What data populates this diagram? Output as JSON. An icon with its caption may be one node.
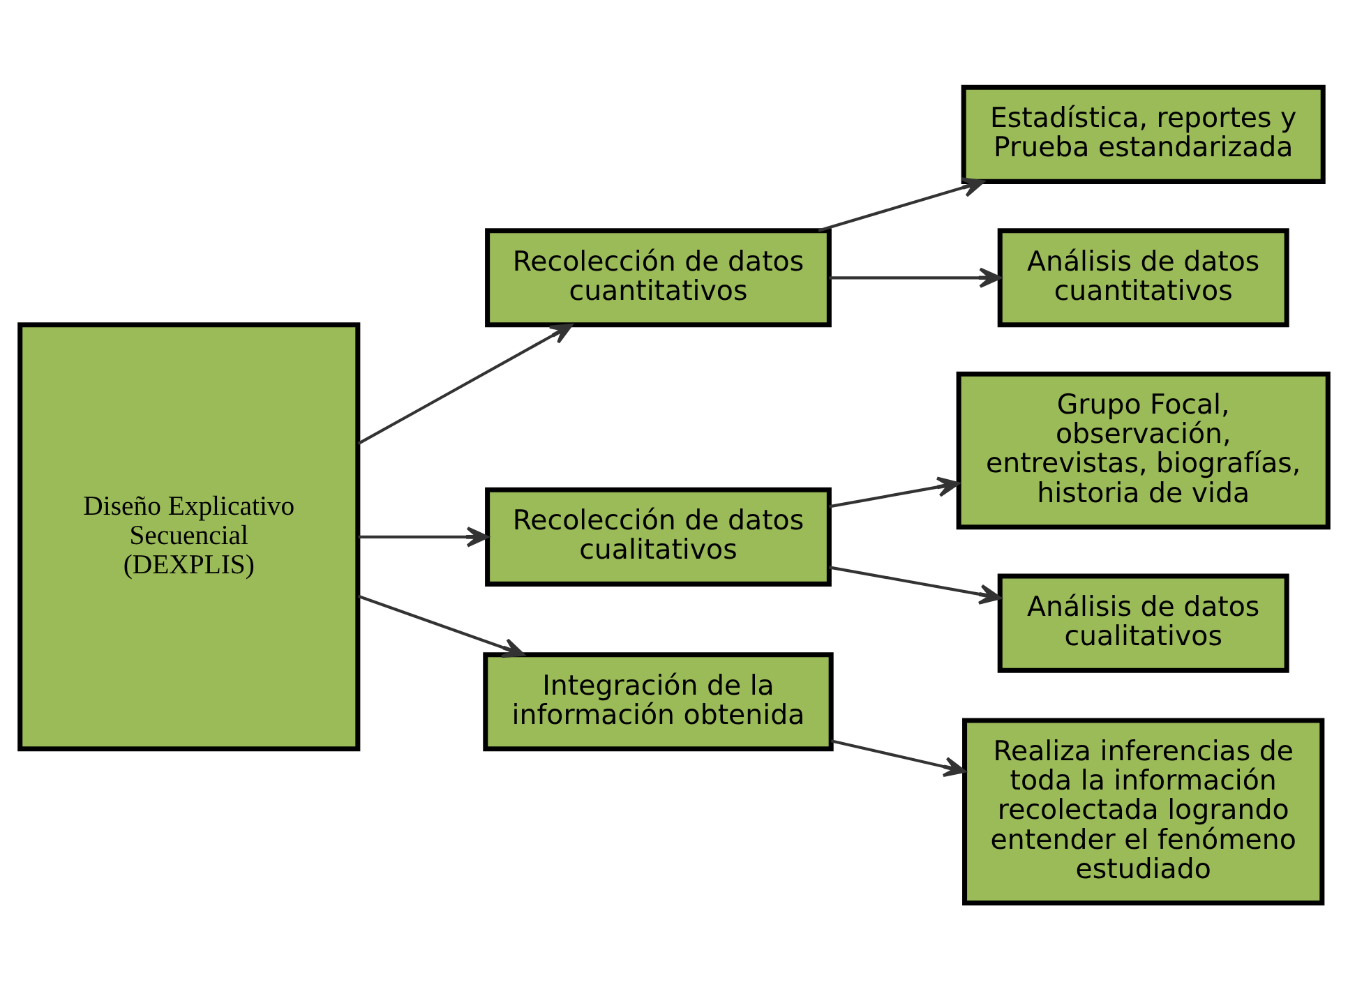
{
  "diagram": {
    "nodes": [
      {
        "text": [
          "Diseño Explicativo Secuencial",
          "(DEXPLIS)"
        ]
      },
      {
        "text": [
          "Recolección de datos cuantitativos"
        ]
      },
      {
        "text": [
          "Recolección de datos cualitativos"
        ]
      },
      {
        "text": [
          "Integración de la información obtenida"
        ]
      },
      {
        "text": [
          "Estadística, reportes y Prueba estandarizada"
        ]
      },
      {
        "text": [
          "Análisis de datos cuantitativos"
        ]
      },
      {
        "text": [
          "Grupo Focal, observación, entrevistas, biografías, historia de vida"
        ]
      },
      {
        "text": [
          "Análisis de datos cualitativos"
        ]
      },
      {
        "text": [
          "Realiza inferencias de toda la información recolectada logrando entender el fenómeno estudiado"
        ]
      }
    ],
    "edges": [
      {
        "from": 0,
        "to": 1,
        "arrow": "to"
      },
      {
        "from": 0,
        "to": 2,
        "arrow": "to"
      },
      {
        "from": 0,
        "to": 3,
        "arrow": "to"
      },
      {
        "from": 1,
        "to": 4,
        "arrow": "to"
      },
      {
        "from": 1,
        "to": 5,
        "arrow": "to"
      },
      {
        "from": 2,
        "to": 6,
        "arrow": "to"
      },
      {
        "from": 2,
        "to": 7,
        "arrow": "to"
      },
      {
        "from": 3,
        "to": 8,
        "arrow": "to"
      }
    ]
  }
}
